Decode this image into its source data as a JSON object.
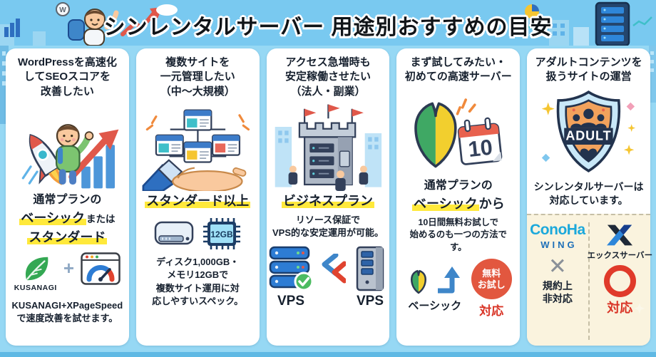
{
  "header": {
    "title": "シンレンタルサーバー 用途別おすすめの目安",
    "wp_letter": "W"
  },
  "colors": {
    "page_background": "#96D8F4",
    "header_background": "#79C9F0",
    "card_background": "#FFFFFF",
    "highlight_yellow": "#FFE93B",
    "accent_red": "#E0432F",
    "conoha_blue": "#1BA8DB",
    "panel_beige": "#FAF3DE"
  },
  "cards": [
    {
      "title": "WordPressを高速化\nしてSEOスコアを\n改善したい",
      "plan": {
        "line1": "通常プランの",
        "highlight1": "ベーシック",
        "connector": "または",
        "highlight2": "スタンダード"
      },
      "kusanagi_label": "KUSANAGI",
      "plus_sign": "+",
      "caption": "KUSANAGI+XPageSpeed\nで速度改善を試せます。"
    },
    {
      "title": "複数サイトを\n一元管理したい\n（中〜大規模）",
      "plan": {
        "highlight": "スタンダード以上"
      },
      "chip_label": "12GB",
      "caption": "ディスク1,000GB・\nメモリ12GBで\n複数サイト運用に対\n応しやすいスペック。"
    },
    {
      "title": "アクセス急増時も\n安定稼働させたい\n（法人・副業）",
      "plan": {
        "highlight": "ビジネスプラン"
      },
      "caption": "リソース保証で\nVPS的な安定運用が可能。",
      "vps_left": "VPS",
      "vps_right": "VPS"
    },
    {
      "title": "まず試してみたい・\n初めての高速サーバー",
      "plan": {
        "line1": "通常プランの",
        "highlight": "ベーシック",
        "suffix": "から"
      },
      "caption": "10日間無料お試しで\n始めるのも一つの方法です。",
      "calendar_day": "10",
      "trial_badge": "無料\nお試し",
      "basic_label": "ベーシック",
      "support_label": "対応"
    },
    {
      "title": "アダルトコンテンツを\n扱うサイトの運営",
      "shield_text": "ADULT",
      "caption": "シンレンタルサーバーは\n対応しています。",
      "comparison": {
        "conoha_name": "ConoHa",
        "conoha_sub": "WING",
        "conoha_mark": "✕",
        "conoha_status": "規約上\n非対応",
        "xserver_name": "エックスサーバー",
        "xserver_status": "対応"
      }
    }
  ]
}
